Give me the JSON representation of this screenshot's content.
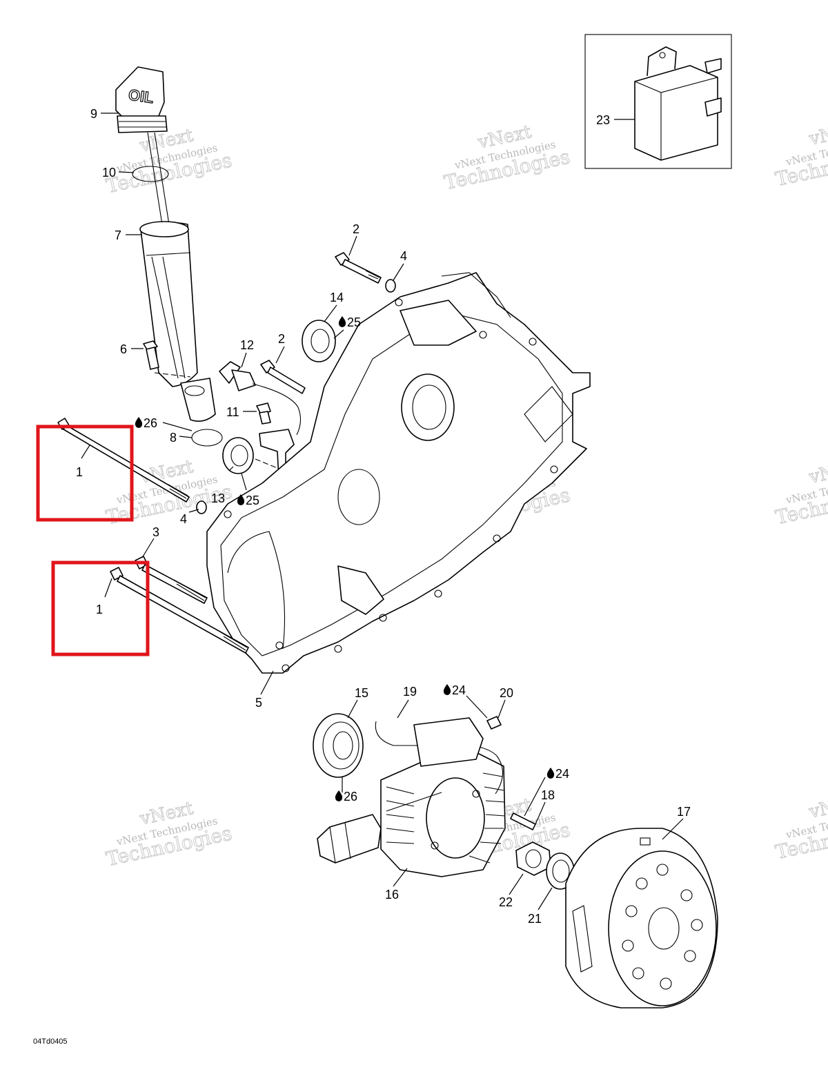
{
  "diagram": {
    "code": "04Td0405",
    "oil_cap_text": "OIL",
    "watermark": {
      "line1": "vNext",
      "line2": "vNext Technologies",
      "line3": "Technologies"
    },
    "callouts": [
      {
        "id": "c1a",
        "text": "1"
      },
      {
        "id": "c1b",
        "text": "1"
      },
      {
        "id": "c2a",
        "text": "2"
      },
      {
        "id": "c2b",
        "text": "2"
      },
      {
        "id": "c3",
        "text": "3"
      },
      {
        "id": "c4a",
        "text": "4"
      },
      {
        "id": "c4b",
        "text": "4"
      },
      {
        "id": "c5",
        "text": "5"
      },
      {
        "id": "c6",
        "text": "6"
      },
      {
        "id": "c7",
        "text": "7"
      },
      {
        "id": "c8",
        "text": "8"
      },
      {
        "id": "c9",
        "text": "9"
      },
      {
        "id": "c10",
        "text": "10"
      },
      {
        "id": "c11",
        "text": "11"
      },
      {
        "id": "c12",
        "text": "12"
      },
      {
        "id": "c13",
        "text": "13"
      },
      {
        "id": "c14",
        "text": "14"
      },
      {
        "id": "c15",
        "text": "15"
      },
      {
        "id": "c16",
        "text": "16"
      },
      {
        "id": "c17",
        "text": "17"
      },
      {
        "id": "c18",
        "text": "18"
      },
      {
        "id": "c19",
        "text": "19"
      },
      {
        "id": "c20",
        "text": "20"
      },
      {
        "id": "c21",
        "text": "21"
      },
      {
        "id": "c22",
        "text": "22"
      },
      {
        "id": "c23",
        "text": "23"
      },
      {
        "id": "c24a",
        "text": "24"
      },
      {
        "id": "c24b",
        "text": "24"
      },
      {
        "id": "c25a",
        "text": "25"
      },
      {
        "id": "c25b",
        "text": "25"
      },
      {
        "id": "c26a",
        "text": "26"
      },
      {
        "id": "c26b",
        "text": "26"
      }
    ],
    "highlight_color": "#e0151b"
  }
}
